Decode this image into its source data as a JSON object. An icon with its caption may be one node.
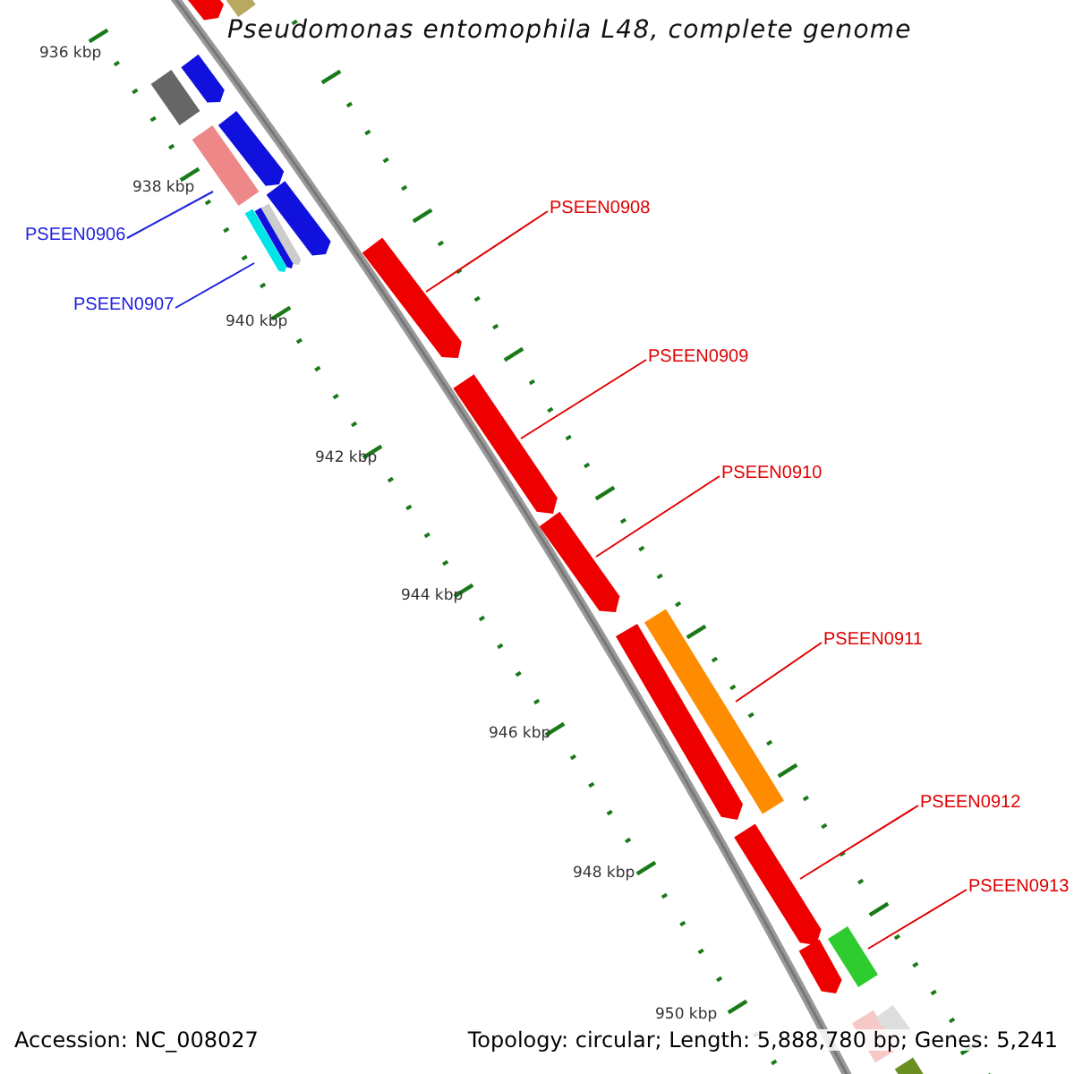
{
  "diagram": {
    "title": "Pseudomonas entomophila L48, complete genome",
    "nodes": [
      {
        "text": [
          "PSEEN0906"
        ]
      },
      {
        "text": [
          "PSEEN0907"
        ]
      },
      {
        "text": [
          "PSEEN0908"
        ]
      },
      {
        "text": [
          "PSEEN0909"
        ]
      },
      {
        "text": [
          "PSEEN0910"
        ]
      },
      {
        "text": [
          "PSEEN0911"
        ]
      },
      {
        "text": [
          "PSEEN0912"
        ]
      },
      {
        "text": [
          "PSEEN0913"
        ]
      },
      {
        "text": [],
        "shape": "bar"
      },
      {
        "text": [],
        "shape": "bar"
      },
      {
        "text": [],
        "shape": "bar"
      },
      {
        "text": [],
        "shape": "bar"
      },
      {
        "text": [],
        "shape": "bar"
      },
      {
        "text": [],
        "shape": "bar"
      },
      {
        "text": [],
        "shape": "bar"
      },
      {
        "text": [],
        "shape": "bar"
      }
    ],
    "edges": [
      {
        "from": 0,
        "to": 8,
        "arrow": "none",
        "color": "#2020e0"
      },
      {
        "from": 1,
        "to": 9,
        "arrow": "none",
        "color": "#2020e0"
      },
      {
        "from": 2,
        "to": 10,
        "arrow": "none"
      },
      {
        "from": 3,
        "to": 11,
        "arrow": "none"
      },
      {
        "from": 4,
        "to": 12,
        "arrow": "none"
      },
      {
        "from": 5,
        "to": 13,
        "arrow": "none"
      },
      {
        "from": 6,
        "to": 14,
        "arrow": "none"
      },
      {
        "from": 7,
        "to": 15,
        "arrow": "none"
      }
    ],
    "labels": [
      "936 kbp",
      "938 kbp",
      "940 kbp",
      "942 kbp",
      "944 kbp",
      "946 kbp",
      "948 kbp",
      "950 kbp",
      "Accession: NC_008027",
      "Topology: circular; Length: 5,888,780 bp; Genes: 5,241"
    ]
  }
}
